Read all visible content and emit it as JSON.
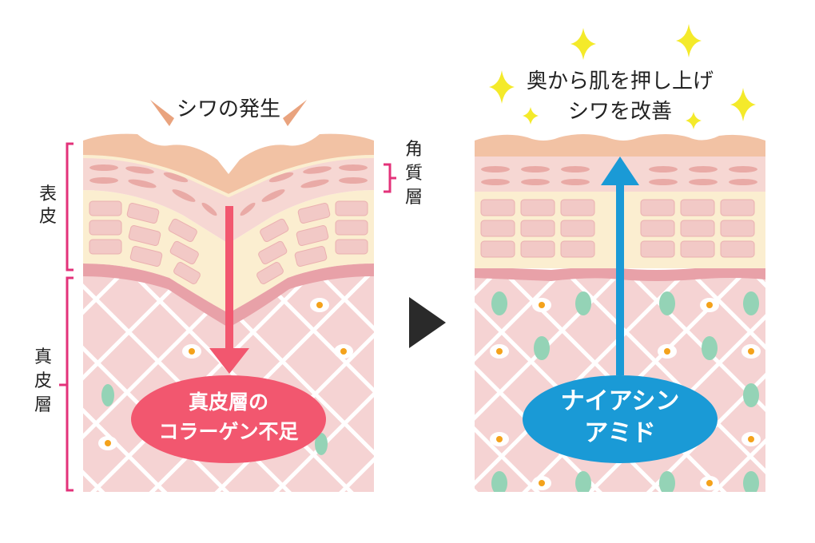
{
  "left_panel": {
    "title": "シワの発生",
    "bracket_labels": {
      "epidermis": [
        "表",
        "皮"
      ],
      "stratum_corneum": [
        "角",
        "質",
        "層"
      ],
      "dermis": [
        "真",
        "皮",
        "層"
      ]
    },
    "cause_bubble": [
      "真皮層の",
      "コラーゲン不足"
    ]
  },
  "right_panel": {
    "title": [
      "奥から肌を押し上げ",
      "シワを改善"
    ],
    "ingredient_bubble": [
      "ナイアシン",
      "アミド"
    ]
  },
  "colors": {
    "surface": "#f2c2a4",
    "stratum": "#f6d7d3",
    "epidermis": "#fbeed0",
    "dermis": "#f5d3d3",
    "basement": "#e8a1a8",
    "red_arrow": "#f2576f",
    "blue_arrow": "#1a9ad6",
    "bracket": "#e3327a",
    "sparkle": "#f4ea2a",
    "fiber_green": "#94d3b6",
    "cell_orange": "#f4a21b"
  },
  "icons": [
    "transition-triangle-icon",
    "sparkle-icon",
    "wrinkle-mark-icon"
  ]
}
